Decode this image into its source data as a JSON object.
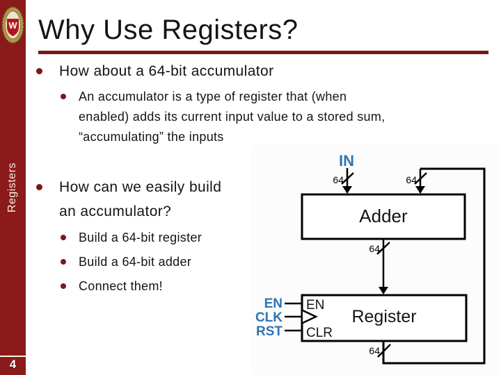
{
  "slide": {
    "title": "Why Use Registers?",
    "page_number": "4",
    "sidebar_label": "Registers"
  },
  "logo": {
    "letter": "W"
  },
  "content": {
    "bullet1": {
      "label": "How about a 64-bit accumulator",
      "sub_lines": [
        "An accumulator is a type of register that (when",
        "enabled) adds its current input value to a stored sum,",
        "“accumulating” the inputs"
      ]
    },
    "bullet2": {
      "lines": [
        "How can we easily build",
        "an accumulator?"
      ],
      "sub": [
        "Build a 64-bit register",
        "Build a 64-bit adder",
        "Connect them!"
      ]
    }
  },
  "diagram": {
    "in_label": "IN",
    "bus_width": "64",
    "adder_label": "Adder",
    "register_label": "Register",
    "inputs": {
      "en": "EN",
      "clk": "CLK",
      "rst": "RST"
    },
    "ports": {
      "en": "EN",
      "clr": "CLR"
    }
  },
  "colors": {
    "maroon_sidebar": "#8b1a1a",
    "maroon_rule": "#7f1416",
    "bullet_dot": "#7f1616",
    "signal_blue": "#2e74b5",
    "text": "#141414",
    "line_black": "#000000"
  }
}
